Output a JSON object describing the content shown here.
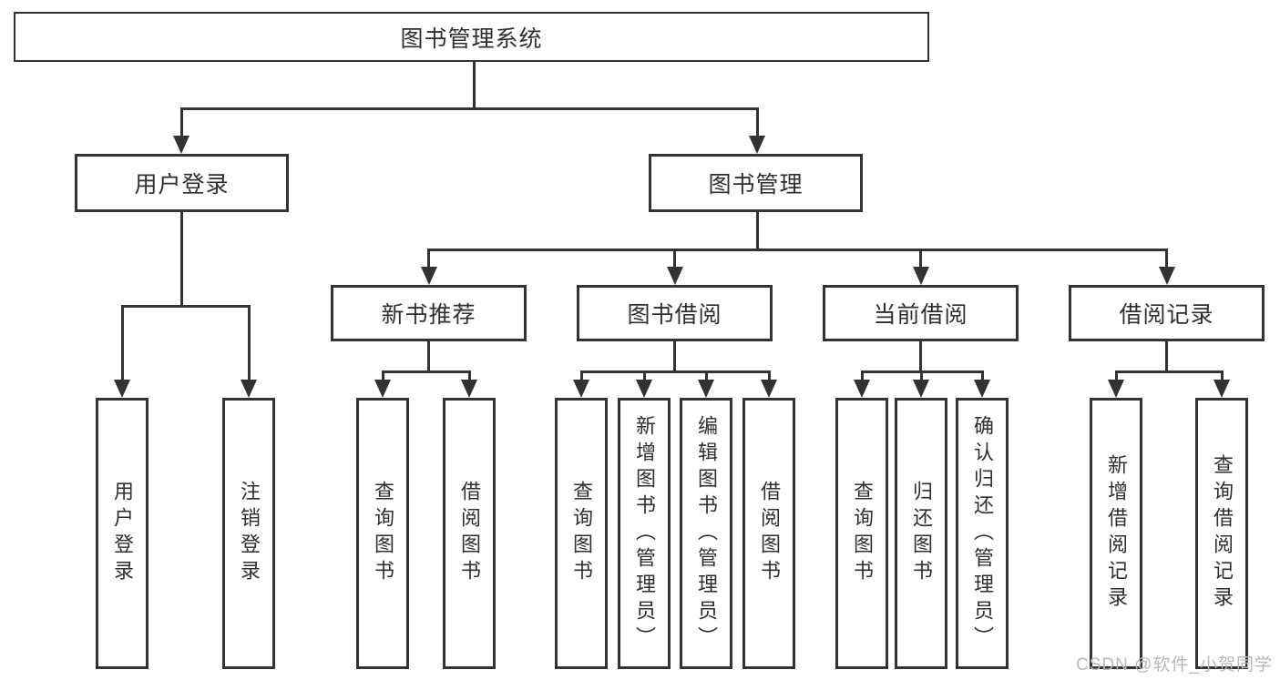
{
  "diagram": {
    "root": {
      "label": "图书管理系统"
    },
    "level2": [
      {
        "label": "用户登录"
      },
      {
        "label": "图书管理"
      }
    ],
    "level3": [
      {
        "label": "新书推荐"
      },
      {
        "label": "图书借阅"
      },
      {
        "label": "当前借阅"
      },
      {
        "label": "借阅记录"
      }
    ],
    "leaves": {
      "login": [
        {
          "label": "用户登录"
        },
        {
          "label": "注销登录"
        }
      ],
      "newbook": [
        {
          "label": "查询图书"
        },
        {
          "label": "借阅图书"
        }
      ],
      "borrow": [
        {
          "label": "查询图书"
        },
        {
          "label": "新增图书（管理员）"
        },
        {
          "label": "编辑图书（管理员）"
        },
        {
          "label": "借阅图书"
        }
      ],
      "current": [
        {
          "label": "查询图书"
        },
        {
          "label": "归还图书"
        },
        {
          "label": "确认归还（管理员）"
        }
      ],
      "records": [
        {
          "label": "新增借阅记录"
        },
        {
          "label": "查询借阅记录"
        }
      ]
    }
  },
  "watermark": {
    "text": "CSDN @软件_小贺同学"
  },
  "colors": {
    "line": "#333333",
    "text": "#2f2f2f",
    "box_background": "#ffffff",
    "watermark": "#b8b8b8",
    "background": "#ffffff"
  }
}
